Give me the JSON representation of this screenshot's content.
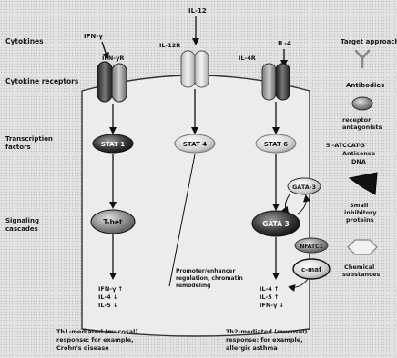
{
  "left_labels": {
    "cytokines": "Cytokines",
    "receptors": "Cytokine receptors",
    "tf_line1": "Transcription",
    "tf_line2": "factors",
    "sig_line1": "Signaling",
    "sig_line2": "cascades"
  },
  "cytokines": {
    "ifn": "IFN-γ",
    "il12": "IL-12",
    "il4": "IL-4"
  },
  "receptors": {
    "ifn_r": "IFN-γR",
    "il12r": "IL-12R",
    "il4r": "IL-4R"
  },
  "nodes": {
    "stat1": "STAT 1",
    "stat4": "STAT 4",
    "stat6": "STAT 6",
    "gata3_small": "GATA-3",
    "tbet": "T-bet",
    "gata3": "GATA 3",
    "nfatc1": "NFATC1",
    "cmaf": "c-maf"
  },
  "promoter_text": [
    "Promoter/enhancer",
    "regulation, chromatin",
    "remodeling"
  ],
  "th1_outputs": [
    "IFN-γ ↑",
    "IL-4  ↓",
    "IL-5  ↓"
  ],
  "th2_outputs": [
    "IL-4  ↑",
    "IL-5  ↑",
    "IFN-γ ↓"
  ],
  "th1_caption": [
    "Th1-mediated (mucosal)",
    "response: for example,",
    "Crohn's disease"
  ],
  "th2_caption": [
    "Th2-mediated (mucosal)",
    "response: for example,",
    "allergic asthma"
  ],
  "legend": {
    "title": "Target approach",
    "antibodies": "Antibodies",
    "antagonists_1": "receptor",
    "antagonists_2": "antagonists",
    "antisense_1": "5'-ATCCAT-3'",
    "antisense_2": "Antisense",
    "antisense_3": "DNA",
    "inhibitory_1": "Small",
    "inhibitory_2": "inhibitory",
    "inhibitory_3": "proteins",
    "chemical_1": "Chemical",
    "chemical_2": "substances"
  }
}
